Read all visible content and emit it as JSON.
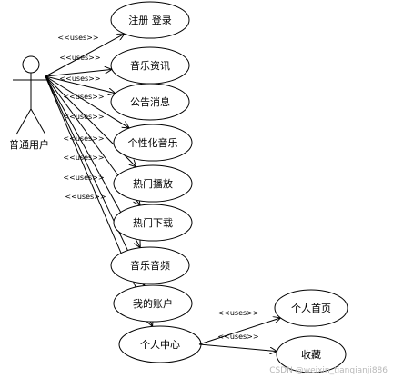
{
  "actor": {
    "label": "普通用户"
  },
  "stereotype": "<<uses>>",
  "use_cases": [
    {
      "id": "register",
      "label": "注册 登录"
    },
    {
      "id": "news",
      "label": "音乐资讯"
    },
    {
      "id": "notice",
      "label": "公告消息"
    },
    {
      "id": "personal-music",
      "label": "个性化音乐"
    },
    {
      "id": "hot-play",
      "label": "热门播放"
    },
    {
      "id": "hot-download",
      "label": "热门下载"
    },
    {
      "id": "music-audio",
      "label": "音乐音频"
    },
    {
      "id": "my-account",
      "label": "我的账户"
    },
    {
      "id": "personal-center",
      "label": "个人中心"
    }
  ],
  "sub_use_cases": [
    {
      "id": "personal-home",
      "label": "个人首页"
    },
    {
      "id": "favorites",
      "label": "收藏"
    }
  ],
  "watermark": "CSDN @weixin_tianqianji886"
}
